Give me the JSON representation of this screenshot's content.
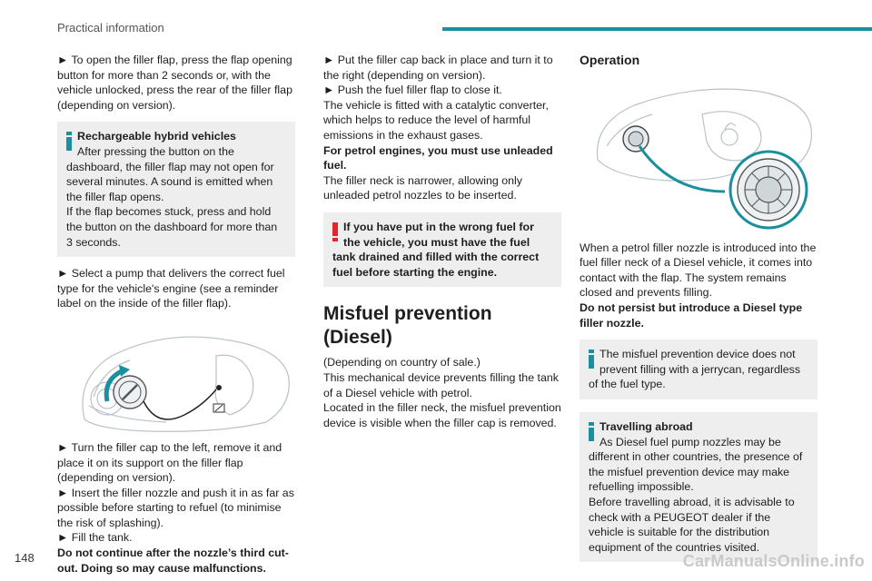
{
  "header": {
    "title": "Practical information"
  },
  "page_number": "148",
  "watermark": "CarManualsOnline.info",
  "col1": {
    "p1": "► To open the filler flap, press the flap opening button for more than 2 seconds or, with the vehicle unlocked, press the rear of the filler flap (depending on version).",
    "box_title": "Rechargeable hybrid vehicles",
    "box_l1": "After pressing the button on the",
    "box_rest": "dashboard, the filler flap may not open for several minutes. A sound is emitted when the filler flap opens.",
    "box_l3a": "If the flap becomes stuck, press and hold",
    "box_l3b": "the button on the dashboard for more than",
    "box_l3c": "3 seconds.",
    "p2": "► Select a pump that delivers the correct fuel type for the vehicle's engine (see a reminder label on the inside of the filler flap).",
    "p3": "► Turn the filler cap to the left, remove it and place it on its support on the filler flap (depending on version).",
    "p4": "► Insert the filler nozzle and push it in as far as possible before starting to refuel (to minimise the risk of splashing).",
    "p5": "► Fill the tank.",
    "p6": "Do not continue after the nozzle’s third cut-out. Doing so may cause malfunctions."
  },
  "col2": {
    "p1": "► Put the filler cap back in place and turn it to the right (depending on version).",
    "p2": "► Push the fuel filler flap to close it.",
    "p3": "The vehicle is fitted with a catalytic converter, which helps to reduce the level of harmful emissions in the exhaust gases.",
    "p4": "For petrol engines, you must use unleaded fuel.",
    "p5": "The filler neck is narrower, allowing only unleaded petrol nozzles to be inserted.",
    "warn_a": "If you have put in the wrong fuel for",
    "warn_b": "the vehicle, you must have the fuel",
    "warn_rest": "tank drained and filled with the correct fuel before starting the engine.",
    "section_title": "Misfuel prevention (Diesel)",
    "p6": "(Depending on country of sale.)",
    "p7": "This mechanical device prevents filling the tank of a Diesel vehicle with petrol.",
    "p8": "Located in the filler neck, the misfuel prevention device is visible when the filler cap is removed."
  },
  "col3": {
    "title": "Operation",
    "p1": "When a petrol filler nozzle is introduced into the fuel filler neck of a Diesel vehicle, it comes into contact with the flap. The system remains closed and prevents filling.",
    "p2": "Do not persist but introduce a Diesel type filler nozzle.",
    "box1_a": "The misfuel prevention device does not",
    "box1_b": "prevent filling with a jerrycan, regardless",
    "box1_rest": "of the fuel type.",
    "box2_title": "Travelling abroad",
    "box2_l1": "As Diesel fuel pump nozzles may be",
    "box2_rest": "different in other countries, the presence of the misfuel prevention device may make refuelling impossible.",
    "box2_p2": "Before travelling abroad, it is advisable to check with a PEUGEOT dealer if the vehicle is suitable for the distribution equipment of the countries visited."
  },
  "colors": {
    "accent": "#1a8f9e",
    "warning": "#e3262d",
    "box_bg": "#eeeeef"
  }
}
